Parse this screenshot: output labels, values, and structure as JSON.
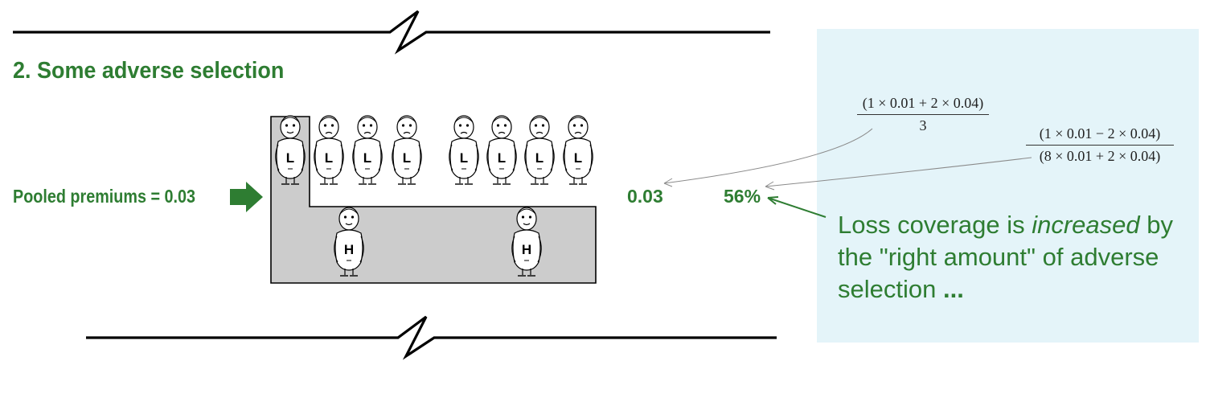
{
  "title": "2. Some adverse selection",
  "pooled_label": "Pooled premiums = 0.03",
  "premium_result": "0.03",
  "loss_coverage_result": "56%",
  "formula_premium": {
    "numerator": "(1 × 0.01 + 2 × 0.04)",
    "denominator": "3"
  },
  "formula_coverage": {
    "numerator": "(1 × 0.01 − 2 × 0.04)",
    "denominator": "(8 × 0.01 + 2 × 0.04)"
  },
  "caption": {
    "part1": "Loss coverage is ",
    "emphasis": "increased",
    "part2": " by the \"right amount\" of adverse selection ",
    "ellipsis": "..."
  },
  "figures": {
    "insured_low_label": "L",
    "uninsured_low_labels": [
      "L",
      "L",
      "L",
      "L",
      "L",
      "L",
      "L"
    ],
    "high_labels": [
      "H",
      "H"
    ]
  },
  "colors": {
    "accent_green": "#2e7d32",
    "panel_bg": "#e4f4f9",
    "insured_fill": "#cccccc"
  },
  "icons": [
    "right-arrow-icon",
    "person-icon",
    "break-line-icon"
  ]
}
